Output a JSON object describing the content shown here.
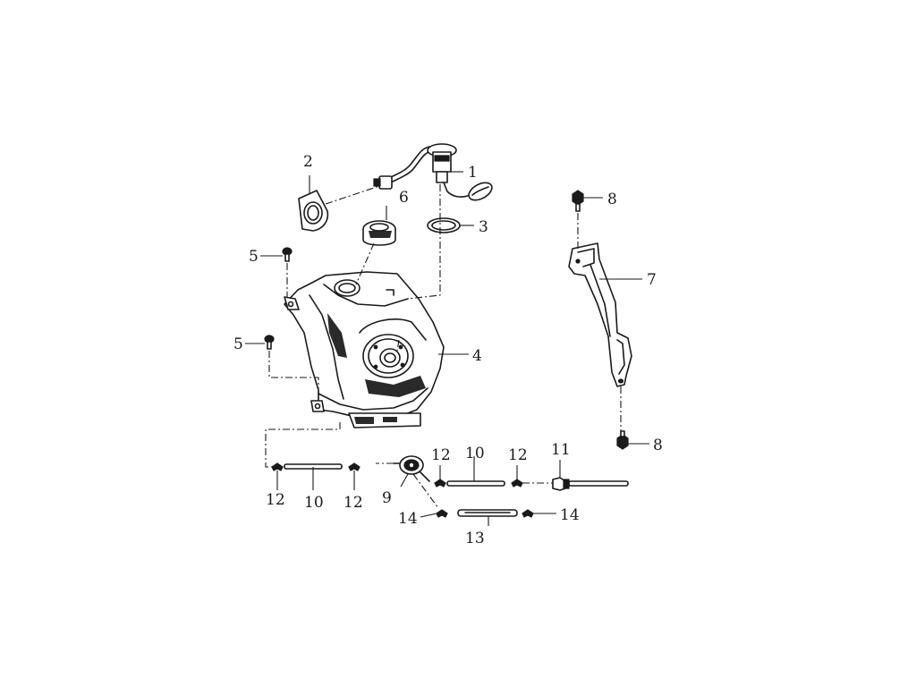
{
  "callouts": {
    "c1": "1",
    "c2": "2",
    "c3": "3",
    "c4": "4",
    "c5a": "5",
    "c5b": "5",
    "c6": "6",
    "c7": "7",
    "c8a": "8",
    "c8b": "8",
    "c9": "9",
    "c10a": "10",
    "c10b": "10",
    "c11": "11",
    "c12a": "12",
    "c12b": "12",
    "c12c": "12",
    "c12d": "12",
    "c13": "13",
    "c14a": "14",
    "c14b": "14"
  }
}
